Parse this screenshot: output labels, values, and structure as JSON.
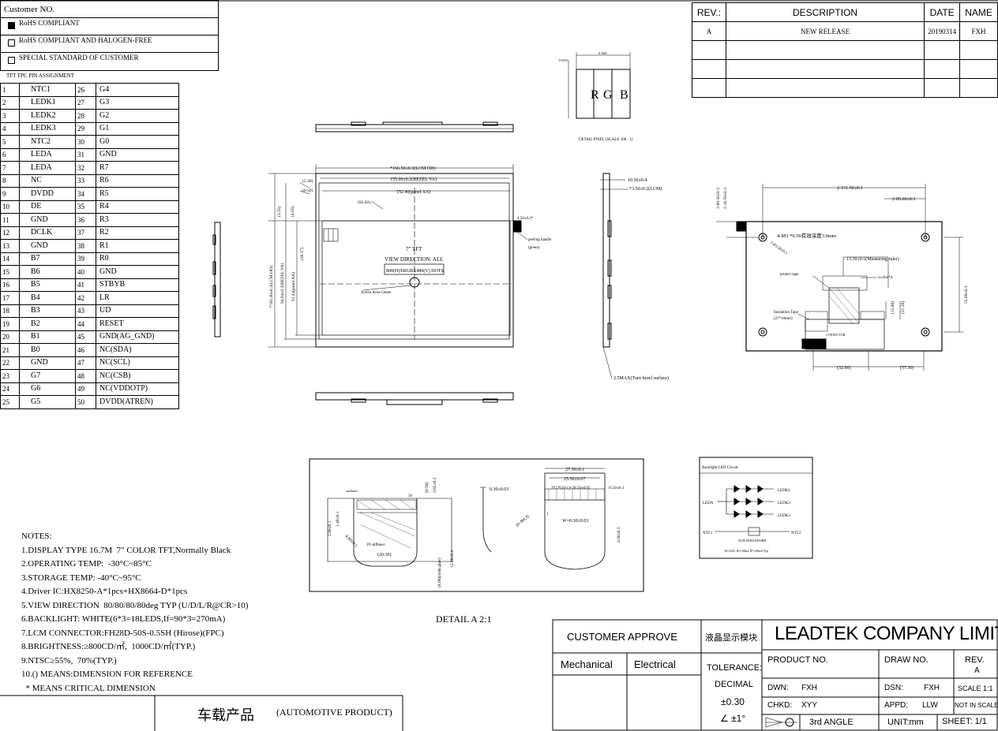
{
  "customer": {
    "title": "Customer NO.",
    "options": [
      {
        "label": "RoHS COMPLIANT",
        "checked": true
      },
      {
        "label": "RoHS COMPLIANT AND HALOGEN-FREE",
        "checked": false
      },
      {
        "label": "SPECIAL STANDARD OF CUSTOMER",
        "checked": false
      }
    ]
  },
  "pin_table": {
    "title": "TFT FPC PIN ASSIGNMENT",
    "rows": [
      [
        "1",
        "NTC1",
        "26",
        "G4"
      ],
      [
        "2",
        "LEDK1",
        "27",
        "G3"
      ],
      [
        "3",
        "LEDK2",
        "28",
        "G2"
      ],
      [
        "4",
        "LEDK3",
        "29",
        "G1"
      ],
      [
        "5",
        "NTC2",
        "30",
        "G0"
      ],
      [
        "6",
        "LEDA",
        "31",
        "GND"
      ],
      [
        "7",
        "LEDA",
        "32",
        "R7"
      ],
      [
        "8",
        "NC",
        "33",
        "R6"
      ],
      [
        "9",
        "DVDD",
        "34",
        "R5"
      ],
      [
        "10",
        "DE",
        "35",
        "R4"
      ],
      [
        "11",
        "GND",
        "36",
        "R3"
      ],
      [
        "12",
        "DCLK",
        "37",
        "R2"
      ],
      [
        "13",
        "GND",
        "38",
        "R1"
      ],
      [
        "14",
        "B7",
        "39",
        "R0"
      ],
      [
        "15",
        "B6",
        "40",
        "GND"
      ],
      [
        "16",
        "B5",
        "41",
        "STBYB"
      ],
      [
        "17",
        "B4",
        "42",
        "LR"
      ],
      [
        "18",
        "B3",
        "43",
        "UD"
      ],
      [
        "19",
        "B2",
        "44",
        "RESET"
      ],
      [
        "20",
        "B1",
        "45",
        "GND(AG_GND)"
      ],
      [
        "21",
        "B0",
        "46",
        "NC(SDA)"
      ],
      [
        "22",
        "GND",
        "47",
        "NC(SCL)"
      ],
      [
        "23",
        "G7",
        "48",
        "NC(CSB)"
      ],
      [
        "24",
        "G6",
        "49",
        "NC(VDDOTP)"
      ],
      [
        "25",
        "G5",
        "50",
        "DVDD(ATREN)"
      ]
    ]
  },
  "revision": {
    "headers": [
      "REV.:",
      "DESCRIPTION",
      "DATE",
      "NAME"
    ],
    "rows": [
      [
        "A",
        "NEW RELEASE",
        "20190314",
        "FXH"
      ],
      [
        "",
        "",
        "",
        ""
      ],
      [
        "",
        "",
        "",
        ""
      ],
      [
        "",
        "",
        "",
        ""
      ]
    ]
  },
  "drawing": {
    "pixel_detail": {
      "letters": [
        "R",
        "G",
        "B"
      ],
      "caption": "DETAIL PIXEL (SCALE 300 : 1)",
      "dim_w": "0.1665",
      "dim_h": "0.0555"
    },
    "front": {
      "dims": [
        "*166.50±0.3(LCM OD)",
        "155.00±0.2(BEZEL VA)",
        "152.40(panel AA)",
        "(5.30)",
        "(6.50)",
        "(82.02)",
        "(3.35)",
        "(4.65)",
        "(30.37)",
        "*105.40±0.3(LCM OD)",
        "94.04±0.2(BEZEL VA)",
        "91.44(panel AA)"
      ],
      "center_text": [
        "7\" TFT",
        "VIEW DIRECTION: ALL",
        "800(H)XRGBX480(V) DOTS"
      ],
      "active_center": "Active Area Center",
      "peel": [
        "peeling handle",
        "(green)"
      ],
      "peel_dim": "4.50±0.2*"
    },
    "side": {
      "dims": [
        "10.50±0.4",
        "*3.50±0.2(LCM)",
        "2.5MAX(Turn bezel surface)"
      ]
    },
    "rear": {
      "dims": [
        "2-151.50±0.3",
        "2-85.60±0.3",
        "3-89.50±0.3",
        "2-16.50±0.3",
        "55.00±0.3",
        "(15.00)",
        "(21.20)",
        "(32.00)",
        "(57.30)",
        "13.30±0.5(Measuring ruler)"
      ],
      "screw": "4-M3 *0.56有效深度3.0mm",
      "labels": [
        "protect tape",
        "Insulation Tape",
        "(27*10mm)",
        "cu-foil*4",
        "2-Φ3.50±0.1"
      ],
      "connector": "CONNECTOR"
    },
    "detail_a": {
      "caption": "DETAIL A 2:1",
      "dims": [
        "(0.50)",
        "3.65±0.3",
        "2.80±0.1",
        "1.40±0.1",
        "4.90±0.1",
        "(20.30)",
        "12.00±0.4",
        "(8.00)(with glue)",
        "0.30±0.03",
        "27.30±0.1",
        "25.50±0.07",
        "79.5*(50-1)=28.50±0.05",
        "0.50±0.1",
        "W=0.30±0.03",
        "(0~R0.3)",
        "4.00±0.3",
        "50",
        "1",
        "stiffener"
      ],
      "labels": [
        "PI stiffener",
        "stiffener"
      ]
    },
    "backlight": {
      "title": "Backlight LED Circuit",
      "labels": [
        "LEDK1",
        "LEDK2",
        "LEDK3",
        "LEDA",
        "NTC1",
        "NTC2",
        "NCP18XH103F03RB",
        "B=3435, Rt=10kΩ, IF=20mA/Typ"
      ]
    }
  },
  "notes": {
    "title": "NOTES:",
    "items": [
      "1.DISPLAY TYPE 16.7M  7\" COLOR TFT,Normally Black",
      "2.OPERATING TEMP:  -30°C~85°C",
      "3.STORAGE TEMP: -40°C~95°C",
      "4.Driver IC:HX8250-A*1pcs+HX8664-D*1pcs",
      "5.VIEW DIRECTION  80/80/80/80deg TYP (U/D/L/R@CR>10)",
      "6.BACKLIGHT: WHITE(6*3=18LEDS,If=90*3=270mA)",
      "7.LCM CONNECTOR:FH28D-50S-0.5SH (Hirose)(FPC)",
      "8.BRIGHTNESS:≥800CD/㎡,  1000CD/㎡(TYP.)",
      "9.NTSC≥55%,  70%(TYP.)",
      "10.() MEANS:DIMENSION FOR REFERENCE",
      "  * MEANS CRITICAL DIMENSION"
    ]
  },
  "footer_left": {
    "cn": "车载产品",
    "en": "(AUTOMOTIVE PRODUCT)"
  },
  "title_block": {
    "customer_approve": "CUSTOMER  APPROVE",
    "mechanical": "Mechanical",
    "electrical": "Electrical",
    "cn_name": "液晶显示模块",
    "company": "LEADTEK COMPANY LIMITED",
    "tolerance": "TOLERANCE:",
    "decimal": "DECIMAL",
    "tol_val": "±0.30",
    "angle_tol": "∠ ±1°",
    "product_no": "PRODUCT NO.",
    "draw_no": "DRAW NO.",
    "rev_label": "REV.",
    "rev_val": "A",
    "dwn": "DWN:",
    "dwn_val": "FXH",
    "dsn": "DSN:",
    "dsn_val": "FXH",
    "scale": "SCALE 1:1",
    "chkd": "CHKD:",
    "chkd_val": "XYY",
    "appd": "APPD:",
    "appd_val": "LLW",
    "not_scale": "NOT IN SCALE",
    "angle": "3rd  ANGLE",
    "unit": "UNIT:mm",
    "sheet": "SHEET: 1/1"
  }
}
